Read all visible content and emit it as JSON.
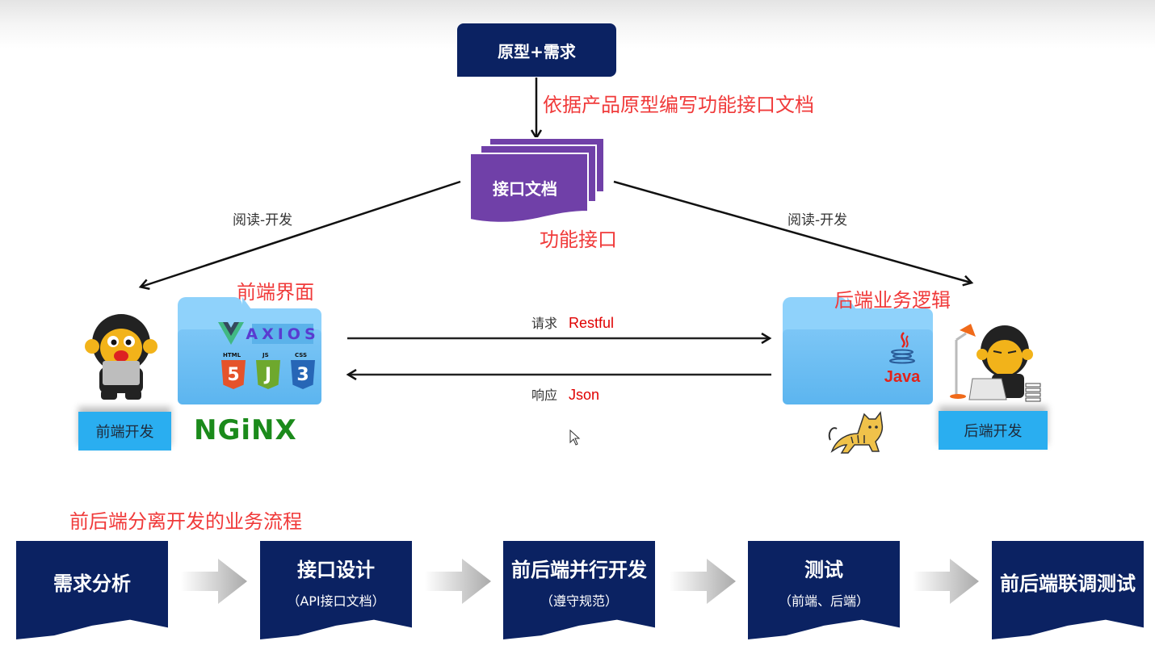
{
  "diagram": {
    "top_box": "原型+需求",
    "top_note": "依据产品原型编写功能接口文档",
    "api_doc": "接口文档",
    "api_doc_note": "功能接口",
    "read_dev_left": "阅读-开发",
    "read_dev_right": "阅读-开发",
    "frontend": {
      "title": "前端界面",
      "role": "前端开发",
      "server": "NGiNX",
      "tech": {
        "axios": "AXIOS",
        "html_label": "HTML",
        "html_glyph": "5",
        "js_label": "JS",
        "js_glyph": "J",
        "css_label": "CSS",
        "css_glyph": "3"
      }
    },
    "backend": {
      "title": "后端业务逻辑",
      "role": "后端开发",
      "tech": {
        "java": "Java"
      }
    },
    "request": {
      "label": "请求",
      "protocol": "Restful"
    },
    "response": {
      "label": "响应",
      "format": "Json"
    }
  },
  "flow": {
    "title": "前后端分离开发的业务流程",
    "steps": [
      {
        "title": "需求分析",
        "sub": ""
      },
      {
        "title": "接口设计",
        "sub": "（API接口文档）"
      },
      {
        "title": "前后端并行开发",
        "sub": "（遵守规范）"
      },
      {
        "title": "测试",
        "sub": "（前端、后端）"
      },
      {
        "title": "前后端联调测试",
        "sub": ""
      }
    ]
  },
  "colors": {
    "navy": "#0b2262",
    "purple": "#7040a8",
    "red_text": "#f03a3a",
    "badge_blue": "#2aaef0",
    "folder_blue": "#7cc6f6"
  }
}
